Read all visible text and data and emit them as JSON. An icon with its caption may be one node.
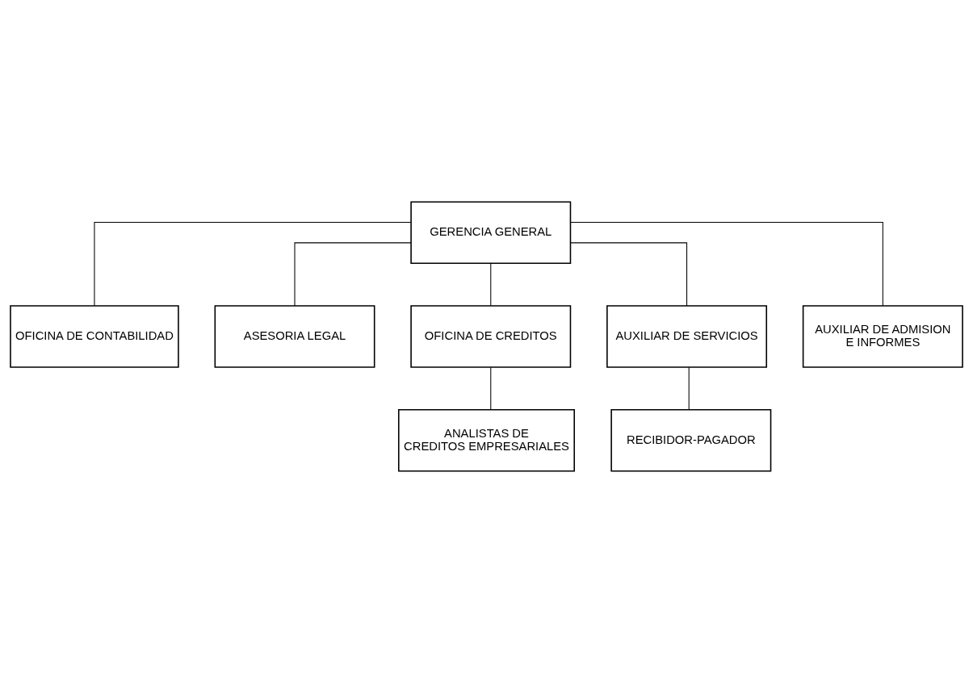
{
  "diagram": {
    "nodes": [
      {
        "text": [
          "GERENCIA GENERAL"
        ]
      },
      {
        "text": [
          "OFICINA DE CONTABILIDAD"
        ]
      },
      {
        "text": [
          "ASESORIA LEGAL"
        ]
      },
      {
        "text": [
          "OFICINA DE CREDITOS"
        ]
      },
      {
        "text": [
          "AUXILIAR DE SERVICIOS"
        ]
      },
      {
        "text": [
          "AUXILIAR DE ADMISION E INFORMES"
        ]
      },
      {
        "text": [
          "ANALISTAS DE CREDITOS EMPRESARIALES"
        ]
      },
      {
        "text": [
          "RECIBIDOR-PAGADOR"
        ]
      }
    ],
    "edges": [
      {
        "from": 0,
        "to": 1,
        "arrow": "none"
      },
      {
        "from": 0,
        "to": 2,
        "arrow": "none"
      },
      {
        "from": 0,
        "to": 3,
        "arrow": "none"
      },
      {
        "from": 0,
        "to": 4,
        "arrow": "none"
      },
      {
        "from": 0,
        "to": 5,
        "arrow": "none"
      },
      {
        "from": 3,
        "to": 6,
        "arrow": "none"
      },
      {
        "from": 4,
        "to": 7,
        "arrow": "none"
      }
    ]
  }
}
